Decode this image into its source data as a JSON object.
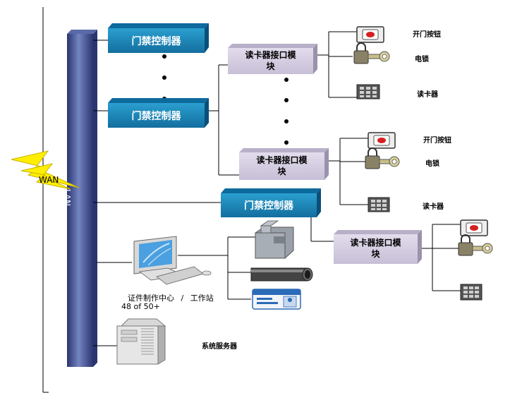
{
  "network": {
    "wan_label": "WAN",
    "lan_label": "LAN"
  },
  "controllers": [
    {
      "label": "门禁控制器"
    },
    {
      "label": "门禁控制器"
    },
    {
      "label": "门禁控制器"
    }
  ],
  "modules": [
    {
      "label_line1": "读卡器接口模",
      "label_line2": "块"
    },
    {
      "label_line1": "读卡器接口模",
      "label_line2": "块"
    },
    {
      "label_line1": "读卡器接口模",
      "label_line2": "块"
    }
  ],
  "devices": {
    "exit_button": "开门按钮",
    "lock": "电锁",
    "reader": "读卡器"
  },
  "workstation": {
    "label_line1": "证件制作中心 / 工作站",
    "label_line2": "48 of 50+"
  },
  "server": {
    "label": "系统服务器"
  },
  "colors": {
    "controller_front": "#1a86b8",
    "controller_top": "#0d6a9c",
    "module_front": "#d4cde0",
    "lan_bar": "#4a5a9a"
  }
}
